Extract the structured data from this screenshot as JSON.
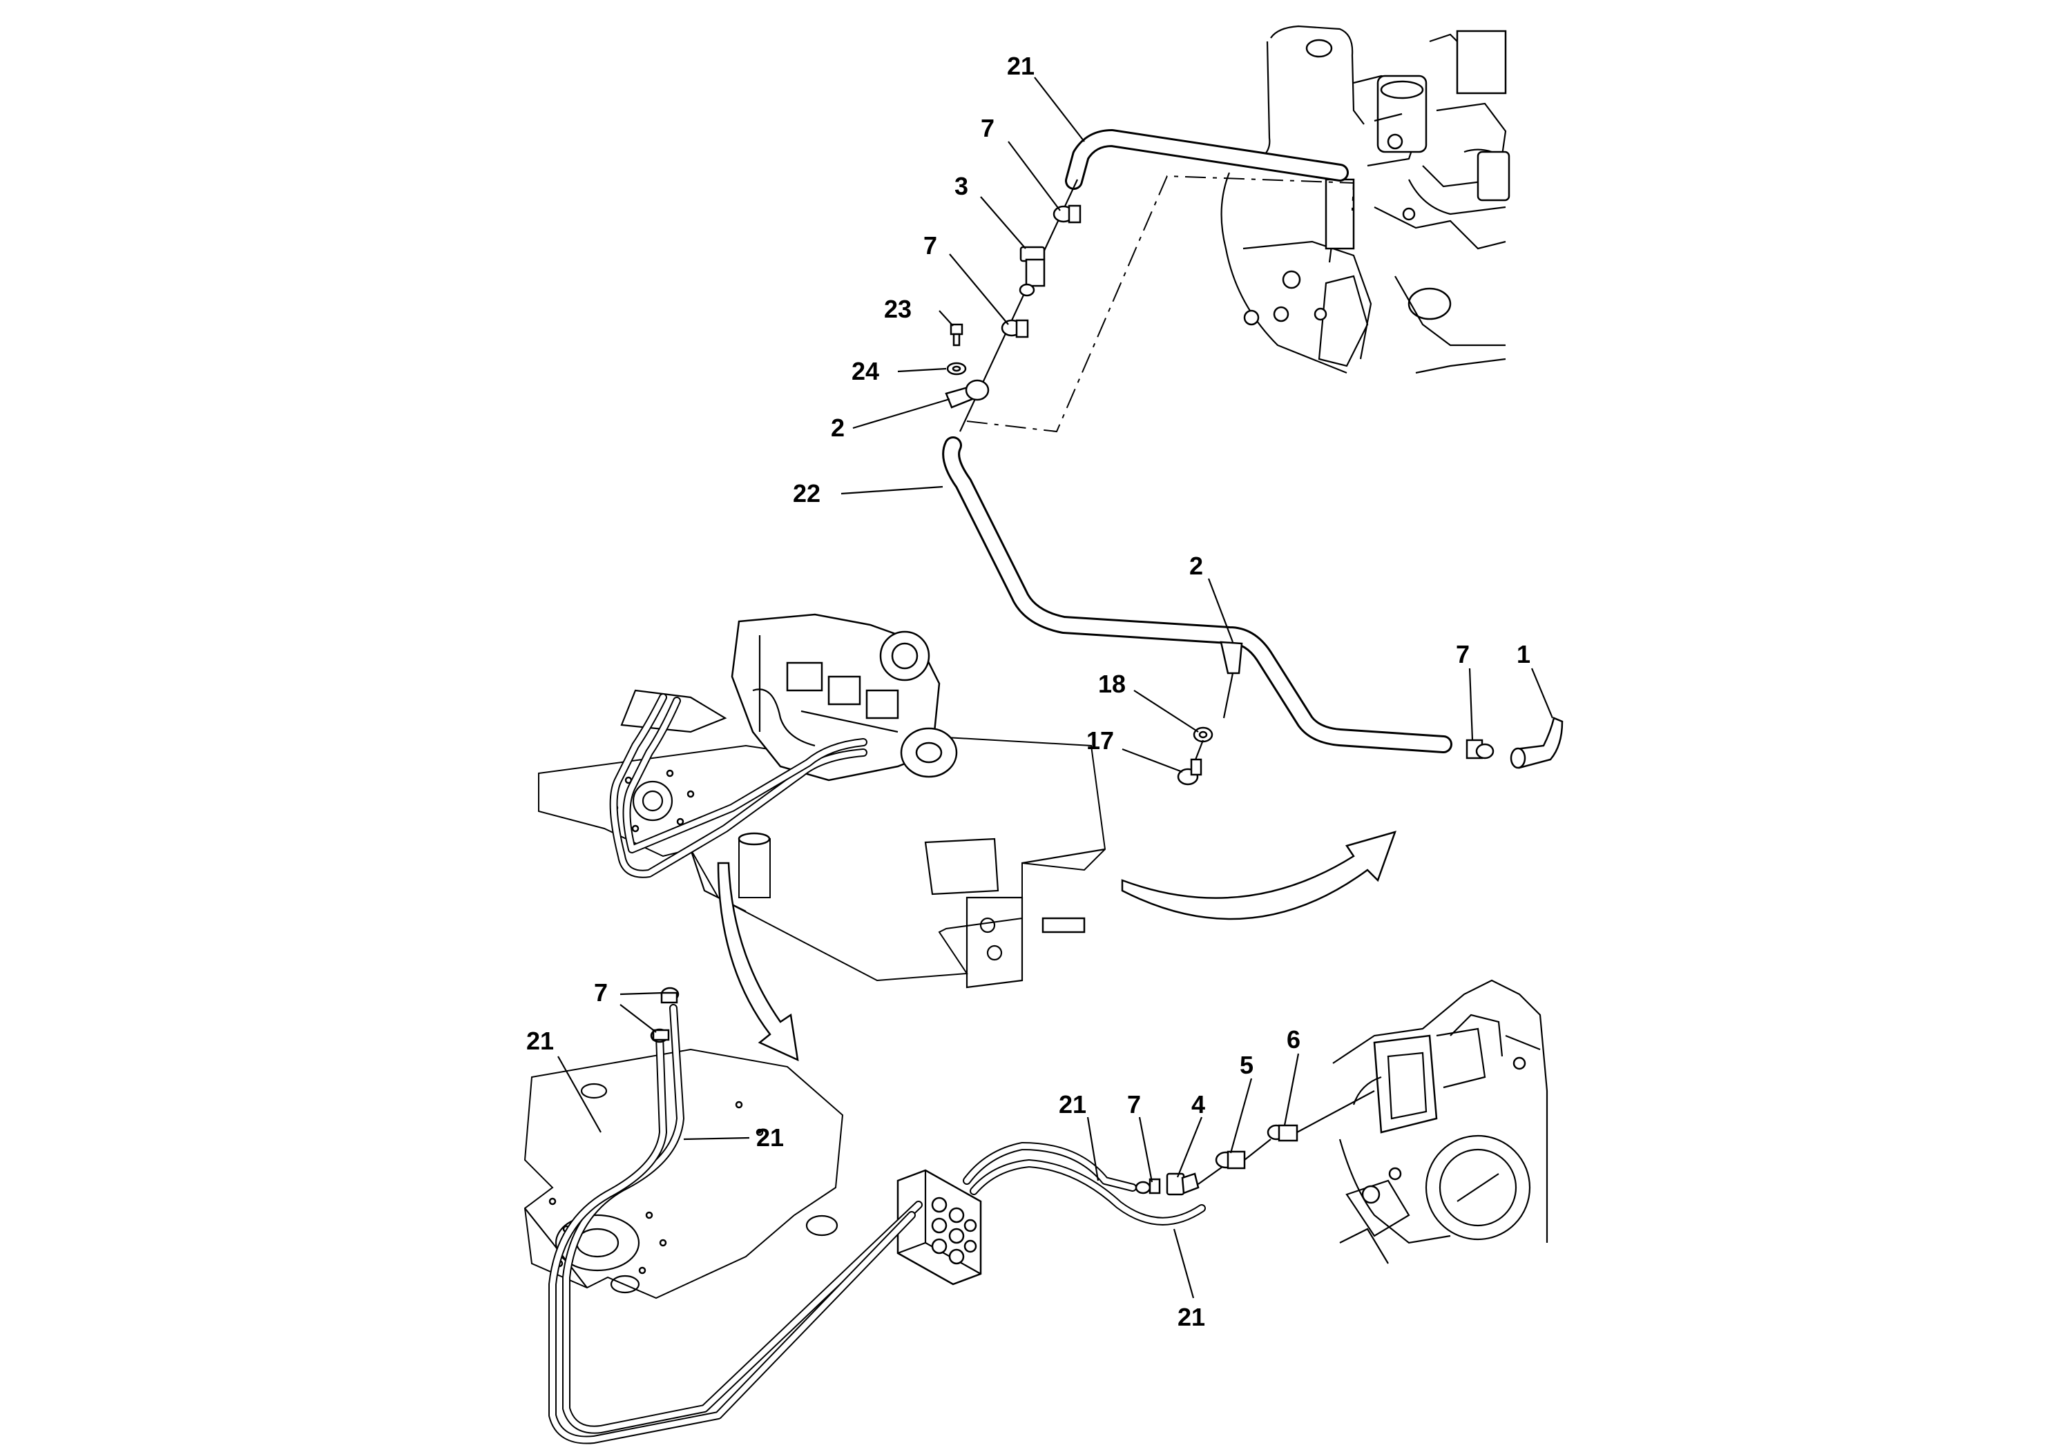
{
  "callouts": {
    "top_21": "21",
    "top_7a": "7",
    "top_3": "3",
    "top_7b": "7",
    "top_23": "23",
    "top_24": "24",
    "top_2a": "2",
    "top_22": "22",
    "mid_2": "2",
    "mid_7": "7",
    "mid_1": "1",
    "mid_18": "18",
    "mid_17": "17",
    "bot_7a": "7",
    "bot_21a": "21",
    "bot_21b": "21",
    "bot_21c": "21",
    "bot_7b": "7",
    "bot_4": "4",
    "bot_5": "5",
    "bot_6": "6",
    "bot_21d": "21"
  },
  "icons": {
    "arrow_right": "curved-arrow-right-icon",
    "arrow_down": "curved-arrow-down-icon"
  },
  "colors": {
    "line": "#000000",
    "background": "#ffffff"
  }
}
